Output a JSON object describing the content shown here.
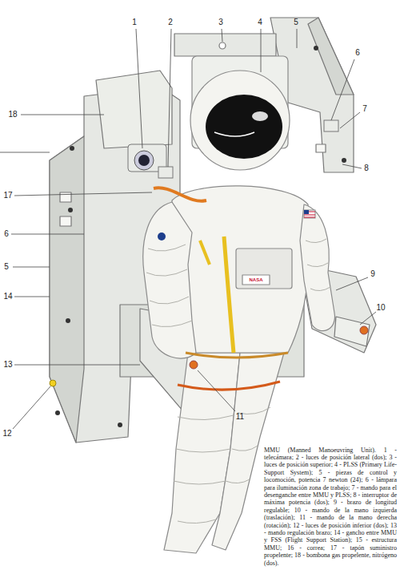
{
  "diagram": {
    "caption": "MMU (Manned Manoeuvring Unit). 1 - telecámara; 2 - luces de posición lateral (dos); 3 - luces de posición superior; 4 - PLSS (Primary Life-Support System); 5 - piezas de control y locomoción, potencia 7 newton (24); 6 - lámpara para iluminación zona de trabajo; 7 - mando para el desenganche entre MMU y PLSS; 8 - interruptor de máxima potencia (dos); 9 - brazo de longitud regulable; 10 - mando de la mano izquierda (traslación); 11 - mando de la mano derecha (rotación); 12 - luces de posición inferior (dos); 13 - mando regulación brazo; 14 - gancho entre MMU y FSS (Flight Support Station); 15 - estructura MMU; 16 - correa; 17 - tapón suministro propelente; 18 - bombona gas propelente, nitrógeno (dos).",
    "labels": [
      "1",
      "2",
      "3",
      "4",
      "5",
      "6",
      "7",
      "8",
      "18",
      "17",
      "6",
      "5",
      "14",
      "9",
      "10",
      "13",
      "12",
      "11",
      "NASA"
    ]
  }
}
